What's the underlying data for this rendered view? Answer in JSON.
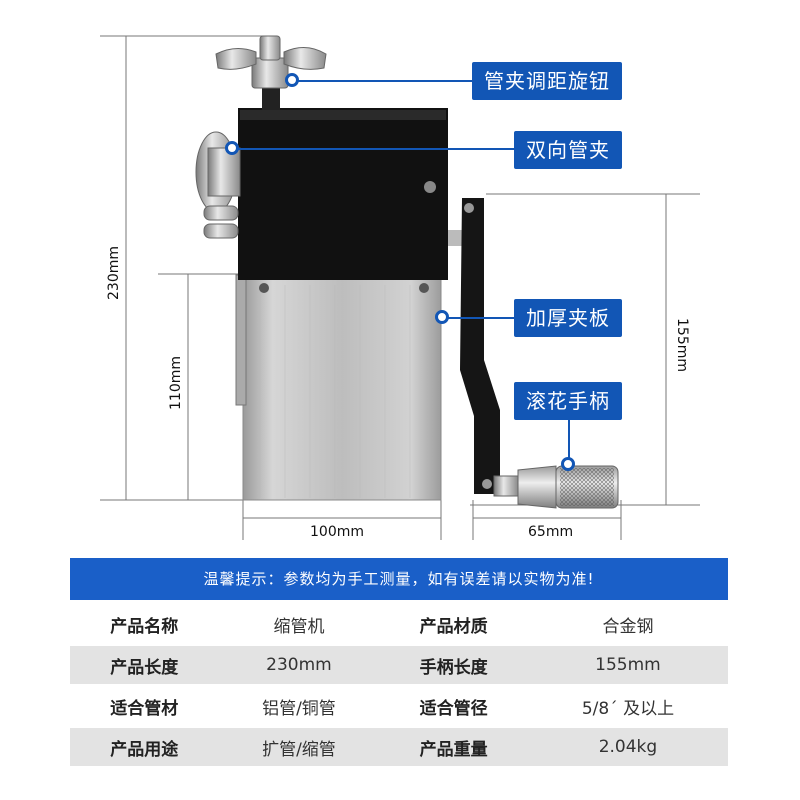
{
  "callouts": {
    "knob": "管夹调距旋钮",
    "clamp": "双向管夹",
    "plate": "加厚夹板",
    "handle": "滚花手柄"
  },
  "dimensions": {
    "height_total": "230mm",
    "height_plate": "110mm",
    "handle_length": "155mm",
    "width_body": "100mm",
    "width_handle": "65mm"
  },
  "banner": "温馨提示：参数均为手工测量，如有误差请以实物为准!",
  "specs": [
    {
      "k1": "产品名称",
      "v1": "缩管机",
      "k2": "产品材质",
      "v2": "合金钢"
    },
    {
      "k1": "产品长度",
      "v1": "230mm",
      "k2": "手柄长度",
      "v2": "155mm"
    },
    {
      "k1": "适合管材",
      "v1": "铝管/铜管",
      "k2": "适合管径",
      "v2": "5/8´ 及以上"
    },
    {
      "k1": "产品用途",
      "v1": "扩管/缩管",
      "k2": "产品重量",
      "v2": "2.04kg"
    }
  ],
  "colors": {
    "accent": "#1256b5",
    "banner": "#1a5fc8",
    "row_alt": "#e3e3e3"
  }
}
